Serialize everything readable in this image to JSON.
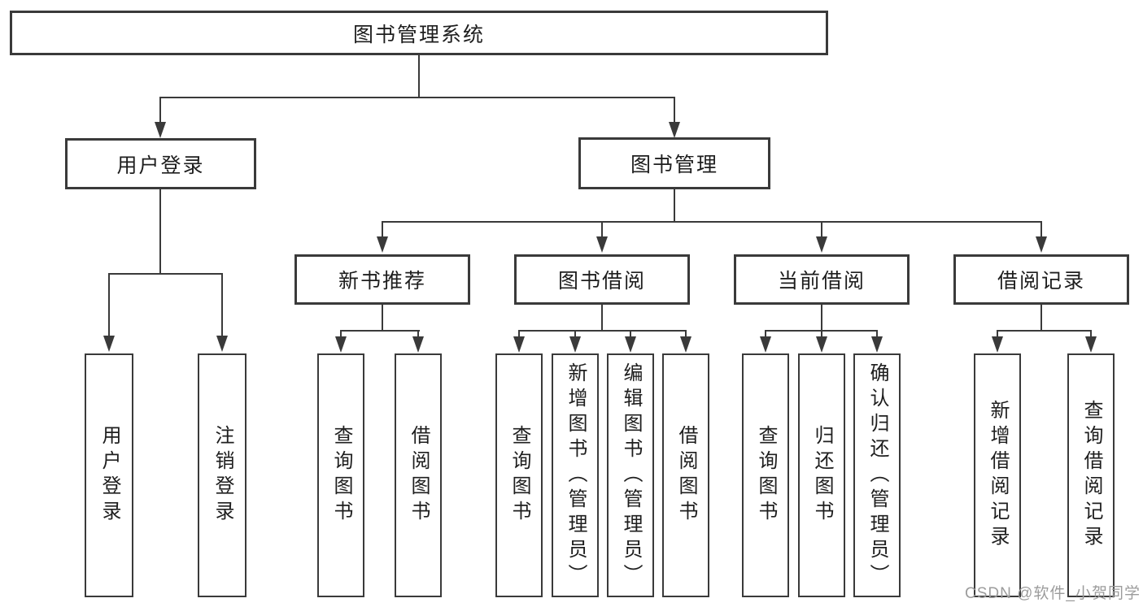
{
  "diagram_title": "图书管理系统",
  "tree": {
    "label": "图书管理系统",
    "children": [
      {
        "label": "用户登录",
        "children": [
          {
            "label": "用户登录"
          },
          {
            "label": "注销登录"
          }
        ]
      },
      {
        "label": "图书管理",
        "children": [
          {
            "label": "新书推荐",
            "children": [
              {
                "label": "查询图书"
              },
              {
                "label": "借阅图书"
              }
            ]
          },
          {
            "label": "图书借阅",
            "children": [
              {
                "label": "查询图书"
              },
              {
                "label": "新增图书（管理员）"
              },
              {
                "label": "编辑图书（管理员）"
              },
              {
                "label": "借阅图书"
              }
            ]
          },
          {
            "label": "当前借阅",
            "children": [
              {
                "label": "查询图书"
              },
              {
                "label": "归还图书"
              },
              {
                "label": "确认归还（管理员）"
              }
            ]
          },
          {
            "label": "借阅记录",
            "children": [
              {
                "label": "新增借阅记录"
              },
              {
                "label": "查询借阅记录"
              }
            ]
          }
        ]
      }
    ]
  },
  "watermark": "CSDN @软件_小贺同学",
  "colors": {
    "line": "#3a3a3a",
    "text": "#1e1e1e",
    "box_fill": "#ffffff",
    "background": "#ffffff",
    "watermark": "#9c9c9c"
  }
}
